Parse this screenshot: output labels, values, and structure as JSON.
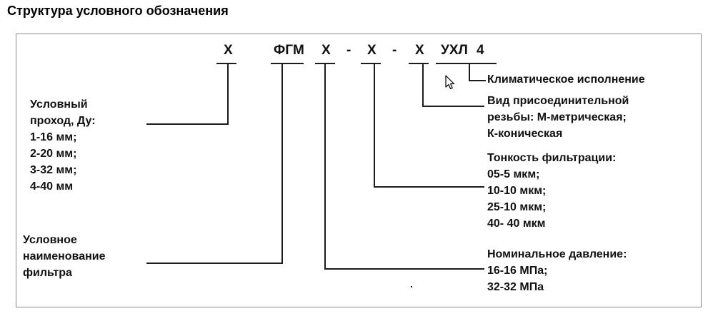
{
  "page": {
    "title": "Структура условного обозначения"
  },
  "formula": {
    "tokens": [
      "Х",
      "ФГМ",
      "Х",
      "-",
      "Х",
      "-",
      "Х",
      "УХЛ",
      "4"
    ]
  },
  "labels": {
    "left_top": {
      "lines": [
        "Условный",
        "проход, Ду:",
        "1-16 мм;",
        "2-20 мм;",
        "3-32 мм;",
        "4-40 мм"
      ]
    },
    "left_bottom": {
      "lines": [
        "Условное",
        "наименование",
        "фильтра"
      ]
    },
    "climate": {
      "lines": [
        "Климатическое исполнение"
      ]
    },
    "thread": {
      "lines": [
        "Вид присоединительной",
        "резьбы: М-метрическая;",
        "К-коническая"
      ]
    },
    "filtration": {
      "lines": [
        "Тонкость фильтрации:",
        "05-5 мкм;",
        "10-10 мкм;",
        "25-10 мкм;",
        "40- 40 мкм"
      ]
    },
    "pressure": {
      "lines": [
        "Номинальное давление:",
        "16-16 МПа;",
        "32-32 МПа"
      ]
    }
  },
  "misc": {
    "stray_dot": "."
  },
  "colors": {
    "line": "#1c1c1c",
    "border": "#8a8a8a",
    "text": "#111111"
  }
}
